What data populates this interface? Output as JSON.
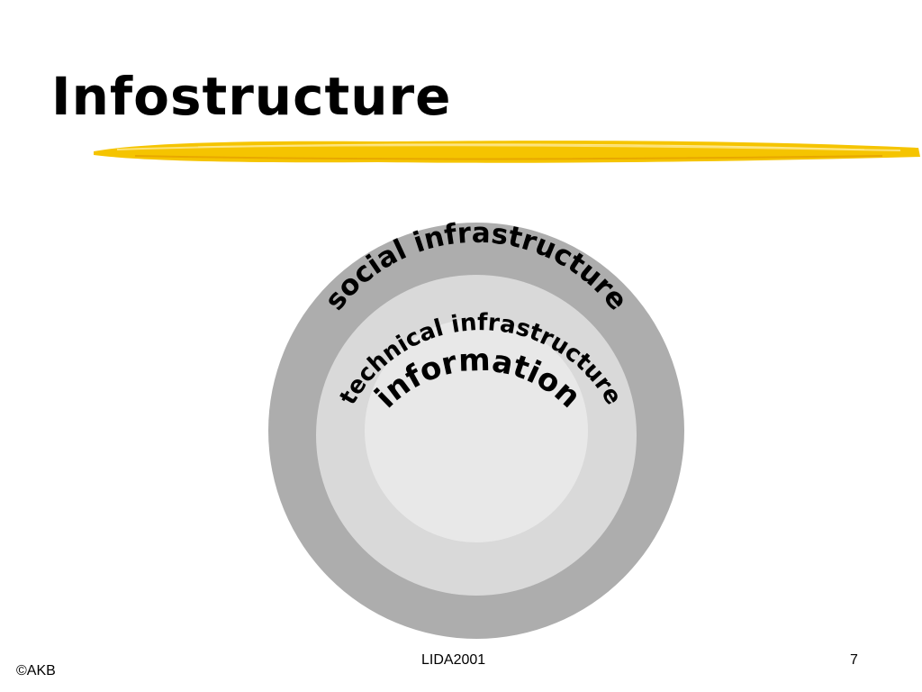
{
  "slide": {
    "title": "Infostructure"
  },
  "diagram": {
    "outer_ring_label": "social infrastructure",
    "middle_ring_label": "technical infrastructure",
    "core_label": "information",
    "colors": {
      "outer_ring": "#adadad",
      "middle_ring": "#d9d9d9",
      "core": "#e8e8e8",
      "accent_stroke": "#f5c400"
    }
  },
  "footer": {
    "copyright": "©AKB",
    "event": "LIDA2001",
    "page_number": "7"
  }
}
